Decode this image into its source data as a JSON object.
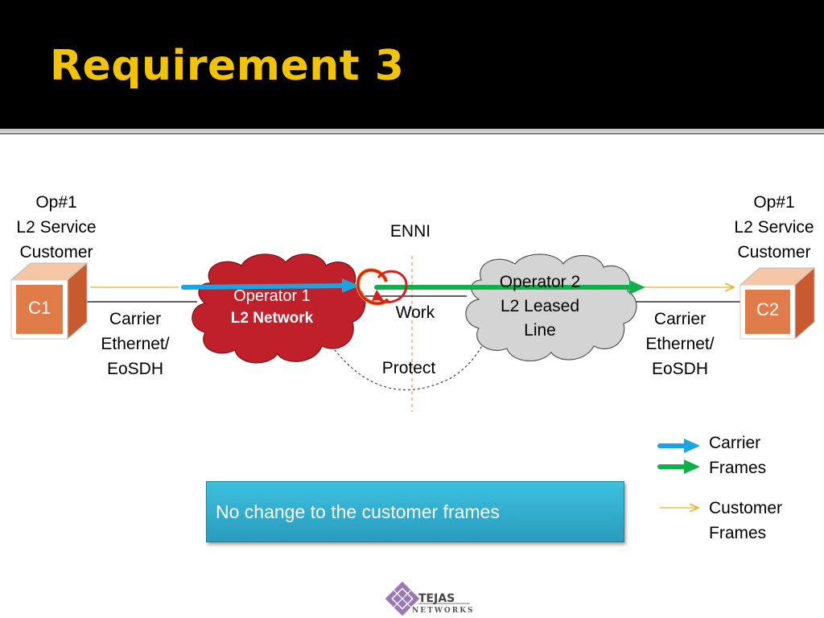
{
  "slide": {
    "title": "Requirement 3"
  },
  "left_customer": {
    "heading": "Op#1\nL2 Service\nCustomer",
    "box_label": "C1",
    "link_label": "Carrier\nEthernet/\nEoSDH"
  },
  "right_customer": {
    "heading": "Op#1\nL2 Service\nCustomer",
    "box_label": "C2",
    "link_label": "Carrier\nEthernet/\nEoSDH"
  },
  "enni_label": "ENNI",
  "work_label": "Work",
  "protect_label": "Protect",
  "operator1": {
    "line1": "Operator 1",
    "line2": "L2 Network"
  },
  "operator2": {
    "text": "Operator 2\nL2 Leased\nLine"
  },
  "legend": {
    "carrier_frames": "Carrier\nFrames",
    "customer_frames": "Customer\nFrames"
  },
  "note": "No change to the customer frames",
  "logo": {
    "name": "TEJAS",
    "sub": "NETWORKS"
  },
  "colors": {
    "title": "#f2c400",
    "customer_box": "#e07b4a",
    "operator1_cloud": "#c0202a",
    "operator2_cloud": "#d4d4d4",
    "carrier_blue": "#1aa5e0",
    "carrier_green": "#12b04a",
    "customer_frame": "#f0b020",
    "note_bg": "#35b3d4"
  }
}
